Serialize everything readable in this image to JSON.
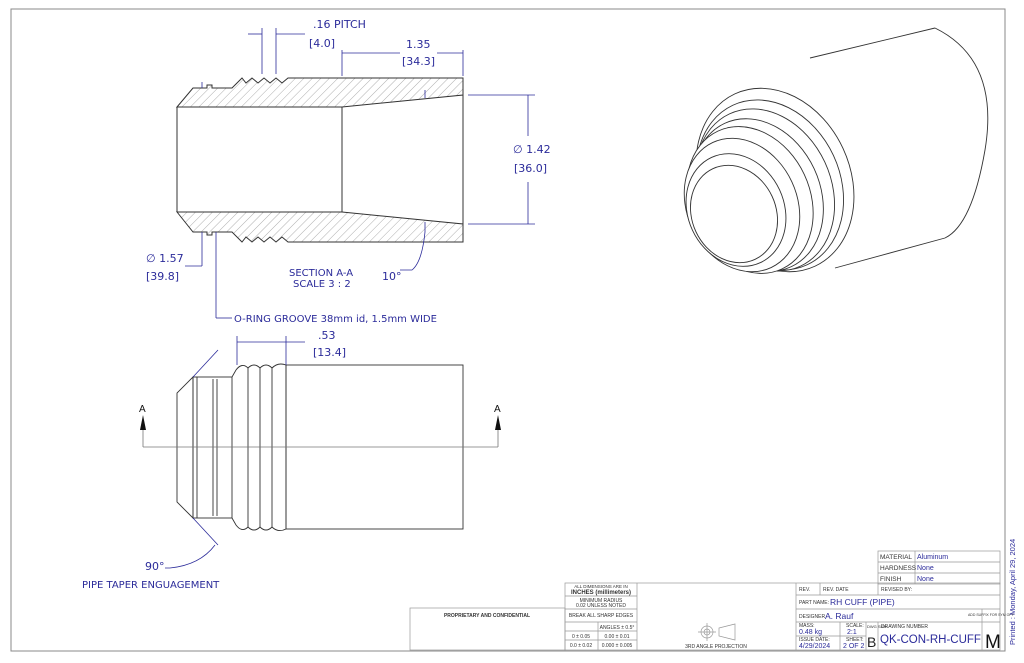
{
  "section_view": {
    "pitch": ".16  PITCH",
    "pitch_mm": "[4.0]",
    "length": "1.35",
    "length_mm": "[34.3]",
    "inner_dia": "∅ 1.42",
    "inner_dia_mm": "[36.0]",
    "outer_dia": "∅ 1.57",
    "outer_dia_mm": "[39.8]",
    "angle": "10°",
    "title": "SECTION A-A",
    "scale": "SCALE 3 : 2",
    "oring_note": "O-RING GROOVE 38mm id, 1.5mm WIDE"
  },
  "side_view": {
    "thread_len": ".53",
    "thread_len_mm": "[13.4]",
    "section_label": "A",
    "taper_angle": "90°",
    "taper_note": "PIPE TAPER ENGUAGEMENT"
  },
  "title_block": {
    "material_label": "MATERIAL",
    "material": "Aluminum",
    "hardness_label": "HARDNESS",
    "hardness": "None",
    "finish_label": "FINISH",
    "finish": "None",
    "units_top": "ALL DIMENSIONS ARE IN",
    "units": "INCHES (millimeters)",
    "min_radius": "MINIMUM RADIUS",
    "min_radius_note": "0.02 UNLESS NOTED",
    "break_edges": "BREAK ALL SHARP EDGES",
    "angles_tol": "ANGLES ± 0.5°",
    "tol1a": "0 ± 0.05",
    "tol1b": "0.00 ± 0.01",
    "tol2a": "0.0 ± 0.02",
    "tol2b": "0.000 ± 0.005",
    "proprietary": "PROPRIETARY AND CONFIDENTIAL",
    "projection": "3RD ANGLE PROJECTION",
    "rev_label": "REV.",
    "rev_date_label": "REV. DATE",
    "revised_by_label": "REVISED BY:",
    "part_name_label": "PART NAME:",
    "part_name": "RH CUFF (PIPE)",
    "designer_label": "DESIGNER",
    "designer": "A. Rauf",
    "mass_label": "MASS:",
    "mass": "0.48 kg",
    "scale_label": "SCALE:",
    "scale": "2:1",
    "issue_date_label": "ISSUE DATE:",
    "issue_date": "4/29/2024",
    "sheet_label": "SHEET:",
    "sheet": "2 OF 2",
    "size_label": "DWG SIZE",
    "size": "B",
    "drawing_number_label": "DRAWING NUMBER",
    "drawing_number": "QK-CON-RH-CUFF",
    "suffix_label": "ADD SUFFIX FOR SYM OPP",
    "suffix": "M",
    "printed": "Printed : Monday, April 29, 2024"
  }
}
